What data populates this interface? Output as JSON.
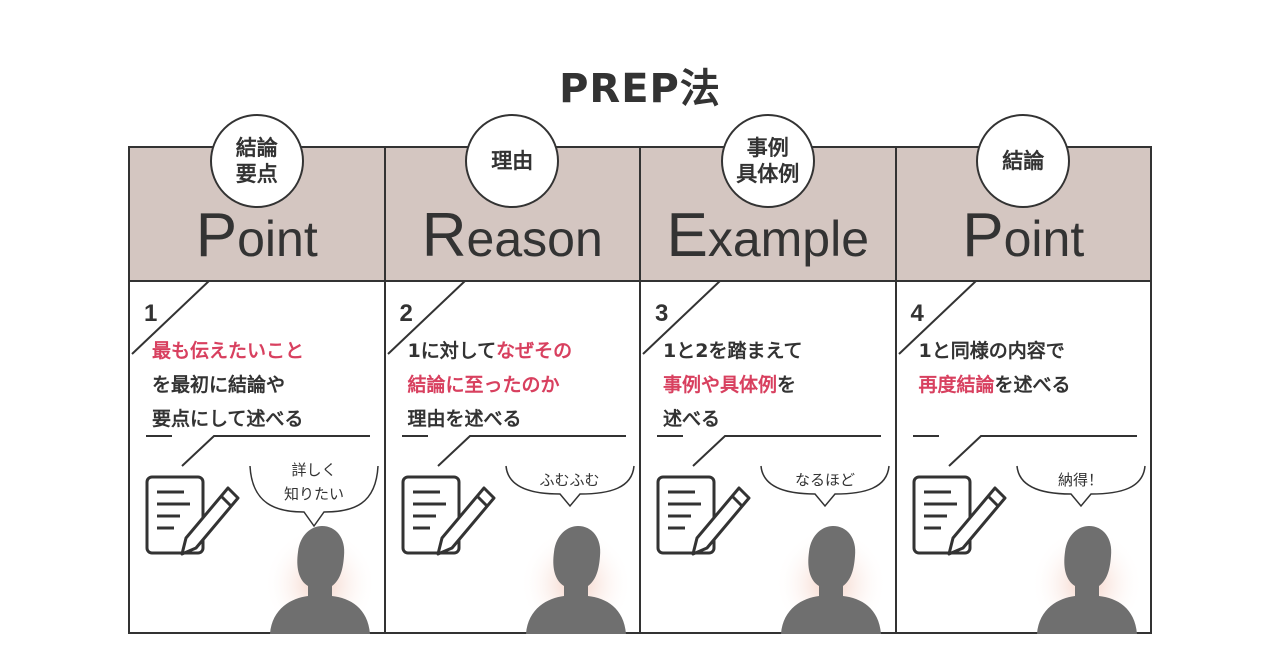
{
  "title": "PREP法",
  "colors": {
    "header_bg": "#d4c6c1",
    "highlight": "#d8405f",
    "ink": "#333333"
  },
  "columns": [
    {
      "badge": [
        "結論",
        "要点"
      ],
      "word_initial": "P",
      "word_rest": "oint",
      "number": "1",
      "text": [
        [
          "最も伝えたいこと"
        ],
        [
          "を最初に結論や"
        ],
        [
          "要点にして述べる"
        ]
      ],
      "text_highlight": [
        [
          true
        ],
        [
          false
        ],
        [
          false
        ]
      ],
      "bubble": [
        "詳しく",
        "知りたい"
      ]
    },
    {
      "badge": [
        "理由"
      ],
      "word_initial": "R",
      "word_rest": "eason",
      "number": "2",
      "text": [
        [
          "1に対して",
          "なぜその"
        ],
        [
          "結論に至ったのか"
        ],
        [
          "理由を述べる"
        ]
      ],
      "text_highlight": [
        [
          false,
          true
        ],
        [
          true
        ],
        [
          false
        ]
      ],
      "bubble": [
        "ふむふむ"
      ]
    },
    {
      "badge": [
        "事例",
        "具体例"
      ],
      "word_initial": "E",
      "word_rest": "xample",
      "number": "3",
      "text": [
        [
          "1と2を踏まえて"
        ],
        [
          "事例や具体例",
          "を"
        ],
        [
          "述べる"
        ]
      ],
      "text_highlight": [
        [
          false
        ],
        [
          true,
          false
        ],
        [
          false
        ]
      ],
      "bubble": [
        "なるほど"
      ]
    },
    {
      "badge": [
        "結論"
      ],
      "word_initial": "P",
      "word_rest": "oint",
      "number": "4",
      "text": [
        [
          "1と同様の内容で"
        ],
        [
          "再度結論",
          "を述べる"
        ]
      ],
      "text_highlight": [
        [
          false
        ],
        [
          true,
          false
        ]
      ],
      "bubble": [
        "納得！"
      ]
    }
  ],
  "icons": {
    "document": "document-pencil-icon",
    "person": "person-silhouette-icon"
  }
}
